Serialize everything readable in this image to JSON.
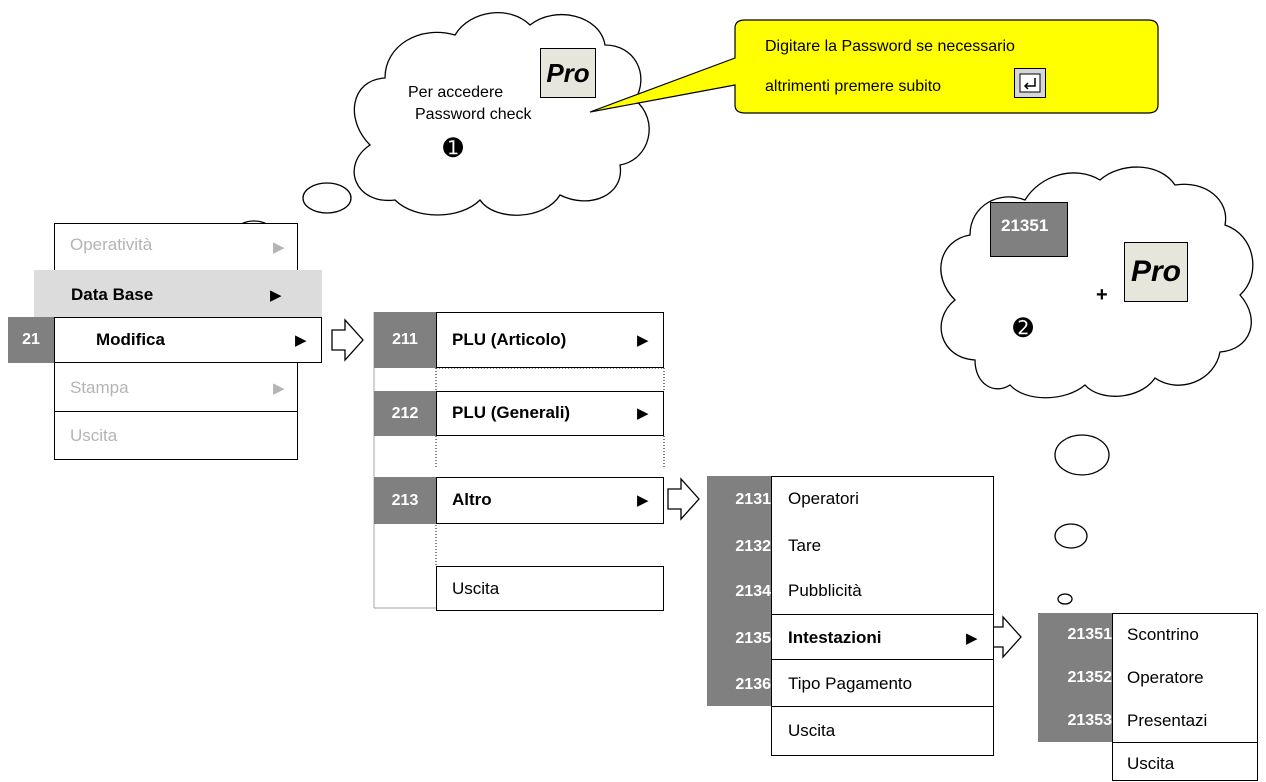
{
  "callout": {
    "line1": "Digitare la Password se necessario",
    "line2": "altrimenti  premere subito"
  },
  "cloud1": {
    "text1": "Per accedere",
    "text2": "Password check",
    "step": "➊",
    "key": "Pro"
  },
  "cloud2": {
    "code": "21351",
    "plus": "+",
    "step": "➋",
    "key": "Pro"
  },
  "arrow_glyph": "▶",
  "menu1": {
    "operativita": "Operatività",
    "database": "Data Base",
    "modifica_code": "21",
    "modifica": "Modifica",
    "stampa": "Stampa",
    "uscita": "Uscita"
  },
  "menu2": {
    "items": [
      {
        "code": "211",
        "label": "PLU  (Articolo)"
      },
      {
        "code": "212",
        "label": "PLU  (Generali)"
      },
      {
        "code": "213",
        "label": "Altro"
      }
    ],
    "uscita": "Uscita"
  },
  "menu3": {
    "items": [
      {
        "code": "2131",
        "label": "Operatori"
      },
      {
        "code": "2132",
        "label": "Tare"
      },
      {
        "code": "2134",
        "label": "Pubblicità"
      },
      {
        "code": "2135",
        "label": "Intestazioni"
      },
      {
        "code": "2136",
        "label": "Tipo Pagamento"
      }
    ],
    "uscita": "Uscita"
  },
  "menu4": {
    "items": [
      {
        "code": "21351",
        "label": "Scontrino"
      },
      {
        "code": "21352",
        "label": "Operatore"
      },
      {
        "code": "21353",
        "label": "Presentazi"
      }
    ],
    "uscita": "Uscita"
  }
}
